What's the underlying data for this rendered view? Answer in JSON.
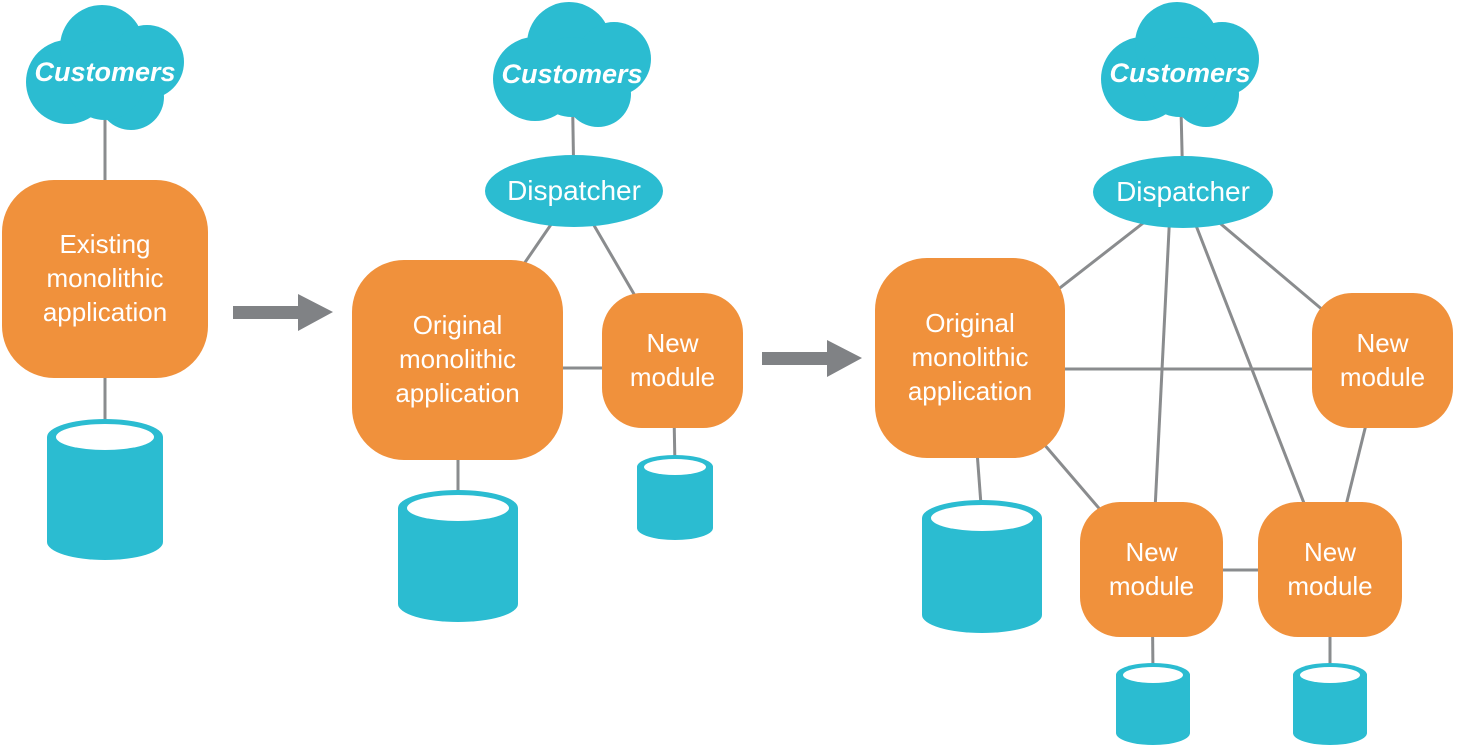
{
  "stages": [
    {
      "cloud_label": "Customers",
      "app_label": "Existing monolithic application"
    },
    {
      "cloud_label": "Customers",
      "dispatcher_label": "Dispatcher",
      "app_label": "Original monolithic application",
      "modules": [
        "New module"
      ]
    },
    {
      "cloud_label": "Customers",
      "dispatcher_label": "Dispatcher",
      "app_label": "Original monolithic application",
      "modules": [
        "New module",
        "New module",
        "New module"
      ]
    }
  ],
  "colors": {
    "teal": "#2BBCD1",
    "orange": "#F0913C",
    "connector": "#8A8C8E",
    "arrow": "#808285",
    "text": "#FFFFFF"
  }
}
